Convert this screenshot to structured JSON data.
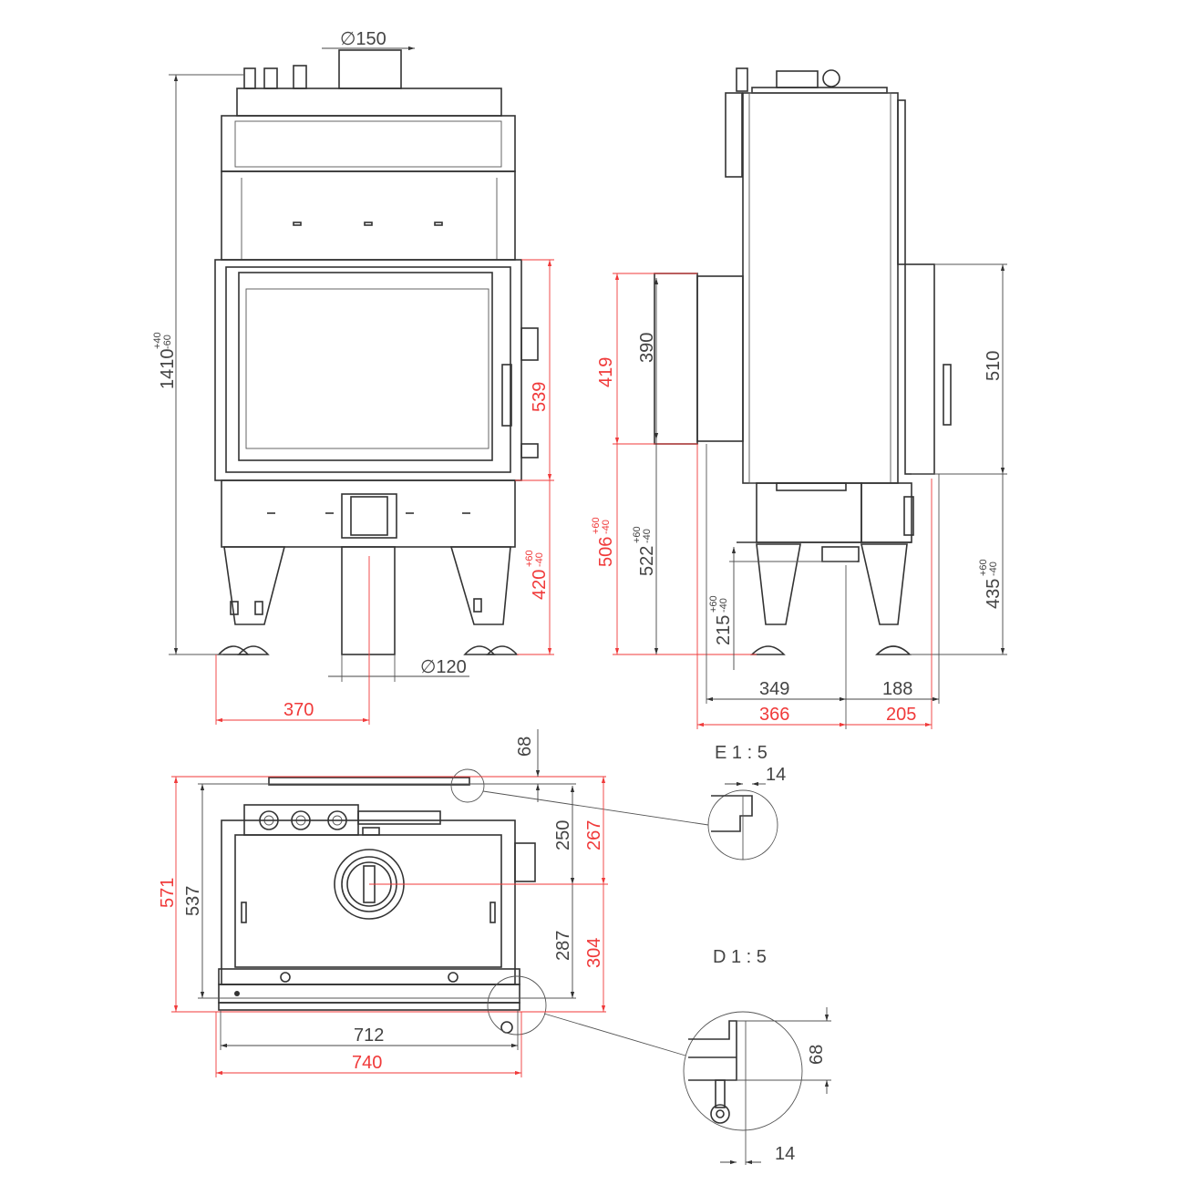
{
  "front_view": {
    "height": "1410",
    "height_tol_plus": "+40",
    "height_tol_minus": "-60",
    "flue_top": "∅150",
    "flue_bottom": "∅120",
    "door_height": "539",
    "floor_to_door": "420",
    "floor_tol_plus": "+60",
    "floor_tol_minus": "-40",
    "flue_offset": "370"
  },
  "side_view": {
    "conn_red": "419",
    "conn_black": "390",
    "base_red": "506",
    "base_red_tol_plus": "+60",
    "base_red_tol_minus": "-40",
    "base_black": "522",
    "base_black_tol_plus": "+60",
    "base_black_tol_minus": "-40",
    "bottom_flue": "215",
    "bottom_flue_tol_plus": "+60",
    "bottom_flue_tol_minus": "-40",
    "door": "510",
    "door_floor": "435",
    "door_floor_tol_plus": "+60",
    "door_floor_tol_minus": "-40",
    "depth_black": "349",
    "front_black": "188",
    "depth_red": "366",
    "front_red": "205"
  },
  "top_view": {
    "depth_red": "571",
    "depth_black": "537",
    "back_black": "250",
    "back_red": "267",
    "front_black": "287",
    "front_red": "304",
    "overhang": "68",
    "width_black": "712",
    "width_red": "740"
  },
  "details": {
    "e_label": "E 1 : 5",
    "e_dim": "14",
    "d_label": "D 1 : 5",
    "d_dim_v": "68",
    "d_dim_h": "14"
  },
  "colors": {
    "line": "#333333",
    "red_dim": "#f03a3a"
  }
}
